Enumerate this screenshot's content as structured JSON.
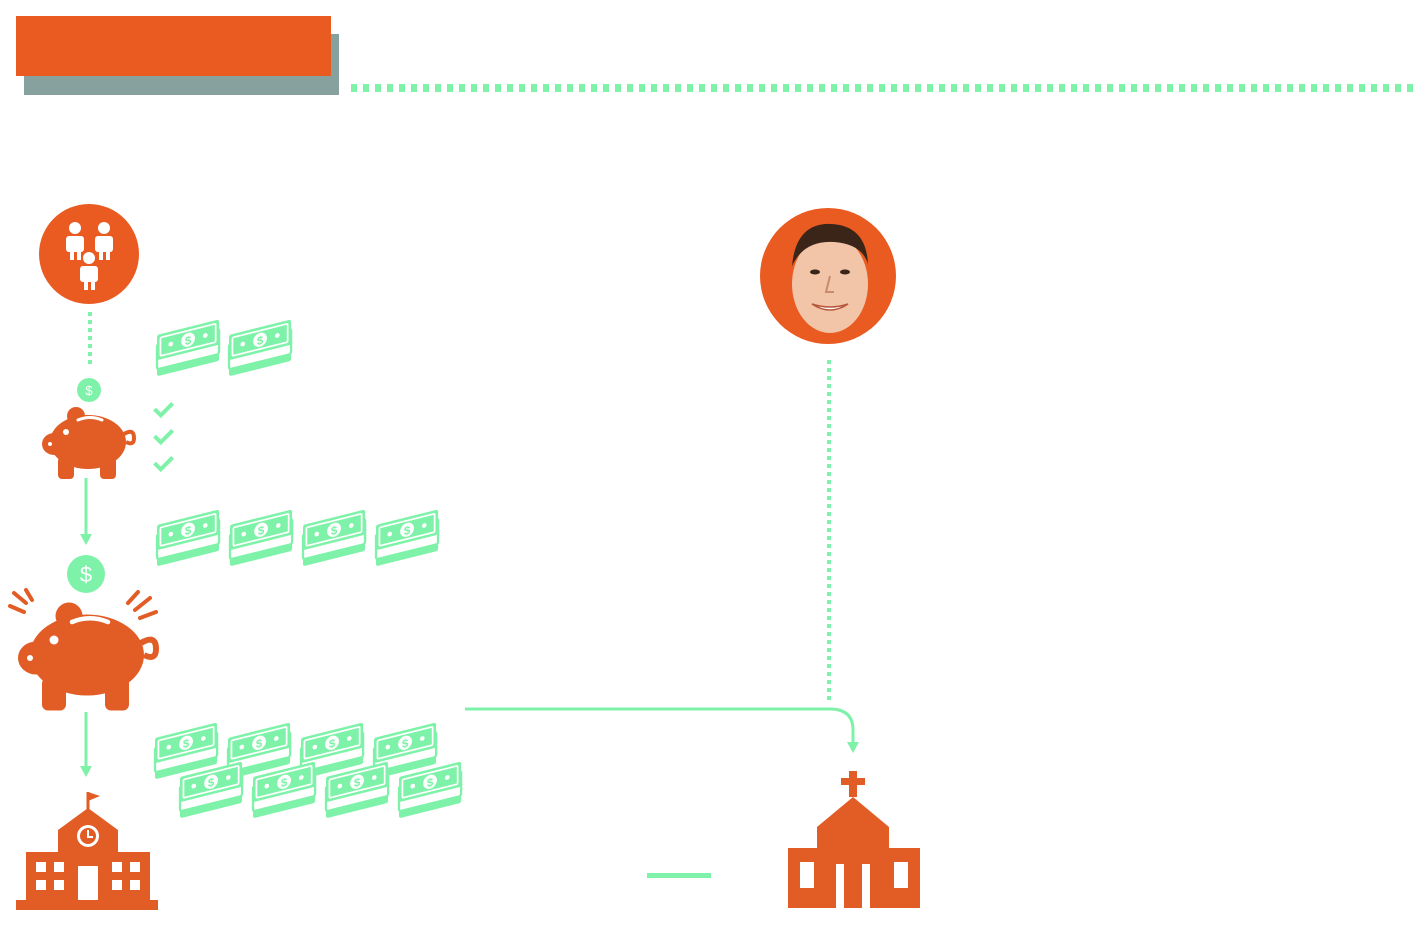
{
  "header": {
    "title": ""
  },
  "colors": {
    "accent": "#ea5b22",
    "icon_orange": "#e25c26",
    "mint": "#7ef2a8",
    "slate": "#86a19e"
  },
  "icons": {
    "group": "people-group-icon",
    "coin": "dollar-coin-icon",
    "small_bank": "piggy-bank-icon",
    "large_bank": "full-piggy-bank-icon",
    "school": "school-building-icon",
    "church": "church-icon",
    "portrait": "person-portrait",
    "cash": "cash-stack-icon",
    "check": "check-icon"
  },
  "cash_counts": {
    "row1": 2,
    "row2": 4,
    "row3a": 4,
    "row3b": 4
  },
  "checkmark_count": 3,
  "coin_symbol": "$"
}
